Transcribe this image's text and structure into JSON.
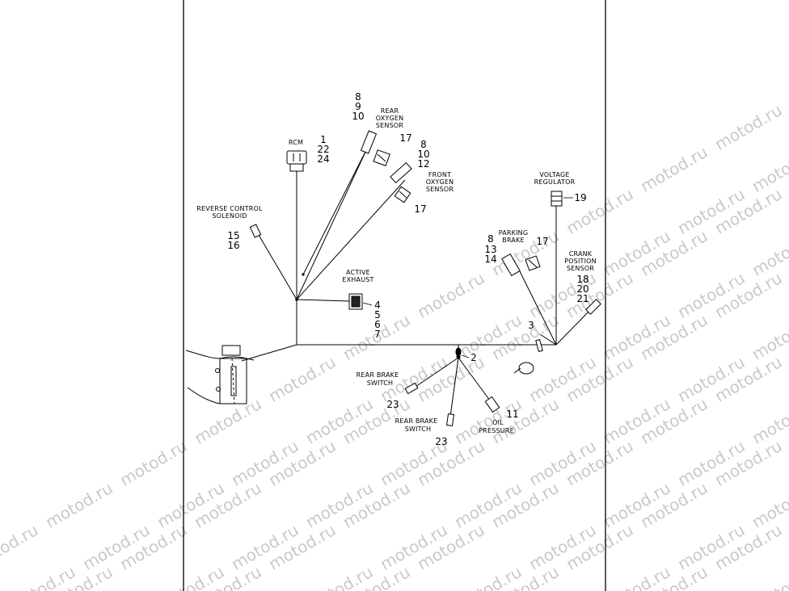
{
  "watermark": "motod.ru",
  "labels": {
    "rcm": "RCM",
    "rear_oxygen": [
      "REAR",
      "OXYGEN",
      "SENSOR"
    ],
    "front_oxygen": [
      "FRONT",
      "OXYGEN",
      "SENSOR"
    ],
    "voltage_regulator": [
      "VOLTAGE",
      "REGULATOR"
    ],
    "reverse_control": [
      "REVERSE CONTROL",
      "SOLENOID"
    ],
    "parking_brake": [
      "PARKING",
      "BRAKE"
    ],
    "crank_position": [
      "CRANK",
      "POSITION",
      "SENSOR"
    ],
    "active_exhaust": [
      "ACTIVE",
      "EXHAUST"
    ],
    "rear_brake_switch_1": [
      "REAR BRAKE",
      "SWITCH"
    ],
    "rear_brake_switch_2": [
      "REAR BRAKE",
      "SWITCH"
    ],
    "oil_pressure": [
      "OIL",
      "PRESSURE"
    ]
  },
  "callouts": {
    "rear_oxygen_nums": [
      "8",
      "9",
      "10"
    ],
    "rear_oxygen_clip": "17",
    "rcm_nums": [
      "1",
      "22",
      "24"
    ],
    "front_oxygen_nums": [
      "8",
      "10",
      "12"
    ],
    "front_oxygen_clip": "17",
    "voltage_regulator": "19",
    "reverse_control_nums": [
      "15",
      "16"
    ],
    "parking_brake_nums": [
      "8",
      "13",
      "14"
    ],
    "parking_brake_clip": "17",
    "crank_nums": [
      "18",
      "20",
      "21"
    ],
    "active_exhaust_nums": [
      "4",
      "5",
      "6",
      "7"
    ],
    "junction_3": "3",
    "junction_2": "2",
    "rear_brake_1": "23",
    "rear_brake_2": "23",
    "oil_pressure": "11"
  }
}
